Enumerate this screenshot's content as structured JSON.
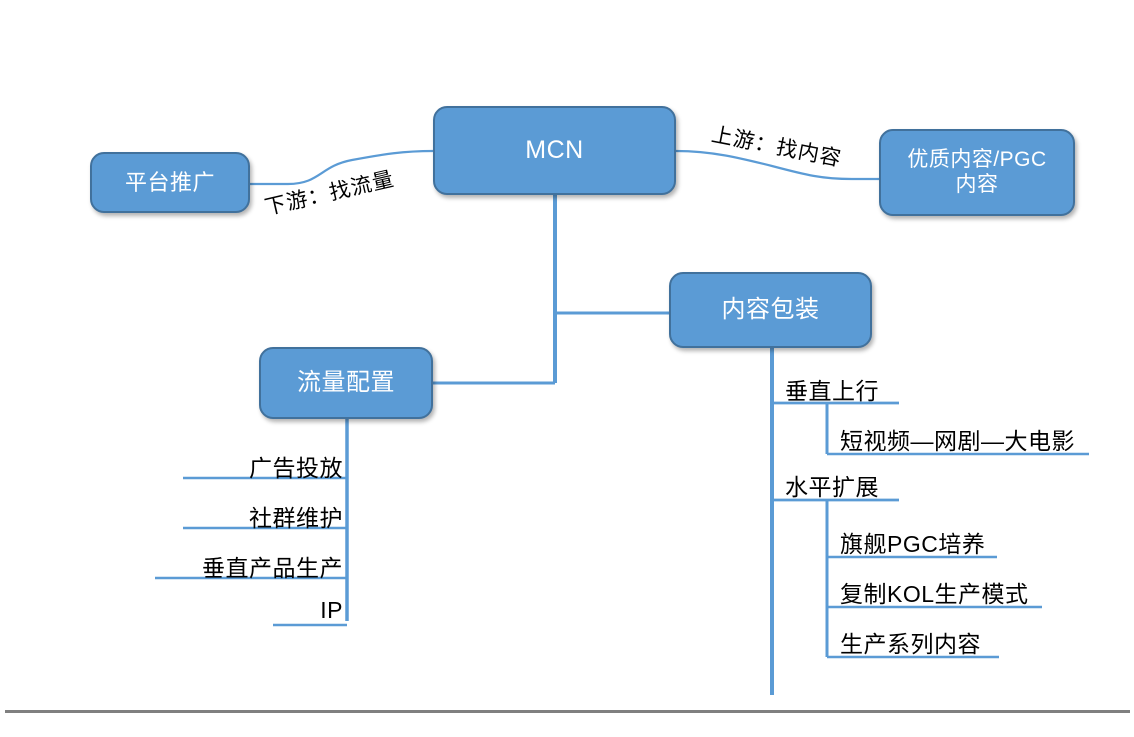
{
  "diagram": {
    "title": "MCN",
    "theme": {
      "node_fill": "#5b9bd5",
      "node_border": "#41719c",
      "node_text": "#ffffff",
      "connector": "#5b9bd5",
      "leaf_text": "#000000",
      "page_rule": "#808080",
      "background": "#ffffff"
    },
    "nodes": {
      "mcn": "MCN",
      "platform_promotion": "平台推广",
      "premium_pgc": "优质内容/PGC\n内容",
      "content_packaging": "内容包装",
      "traffic_allocation": "流量配置"
    },
    "edge_labels": {
      "downstream": "下游：找流量",
      "upstream": "上游：找内容"
    },
    "traffic_branch": {
      "parent": "流量配置",
      "items": [
        {
          "label": "广告投放"
        },
        {
          "label": "社群维护"
        },
        {
          "label": "垂直产品生产"
        },
        {
          "label": "IP"
        }
      ]
    },
    "packaging_branch": {
      "parent": "内容包装",
      "groups": [
        {
          "label": "垂直上行",
          "items": [
            {
              "label": "短视频—网剧—大电影"
            }
          ]
        },
        {
          "label": "水平扩展",
          "items": [
            {
              "label": "旗舰PGC培养"
            },
            {
              "label": "复制KOL生产模式"
            },
            {
              "label": "生产系列内容"
            }
          ]
        }
      ]
    }
  }
}
